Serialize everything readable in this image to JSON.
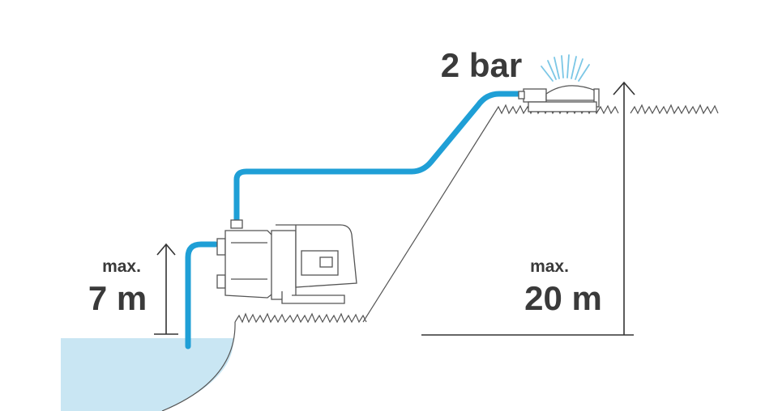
{
  "labels": {
    "pressure": "2 bar",
    "suction_max": "max.",
    "suction_value": "7 m",
    "delivery_max": "max.",
    "delivery_value": "20 m"
  },
  "colors": {
    "pipe": "#1f9fd6",
    "water": "#c9e6f3",
    "ink": "#3a3a3a",
    "spray": "#7cc7e6"
  },
  "icons": [
    "pump-icon",
    "sprinkler-icon",
    "arrow-up-icon"
  ]
}
